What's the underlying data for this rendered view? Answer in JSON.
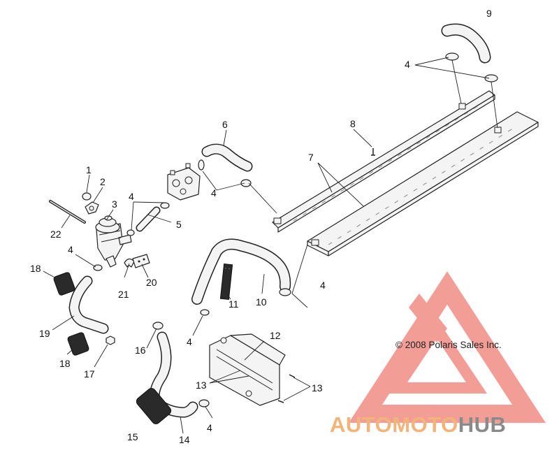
{
  "callouts": {
    "c1": "1",
    "c2": "2",
    "c3": "3",
    "c4a": "4",
    "c4b": "4",
    "c4c": "4",
    "c4d": "4",
    "c4e": "4",
    "c4f": "4",
    "c4g": "4",
    "c5": "5",
    "c6": "6",
    "c7": "7",
    "c8": "8",
    "c9": "9",
    "c10": "10",
    "c11": "11",
    "c12": "12",
    "c13a": "13",
    "c13b": "13",
    "c14": "14",
    "c15": "15",
    "c16": "16",
    "c17": "17",
    "c18a": "18",
    "c18b": "18",
    "c19": "19",
    "c20": "20",
    "c21": "21",
    "c22": "22"
  },
  "copyright": "© 2008 Polaris Sales Inc.",
  "watermark": {
    "text_part1": "AUTOMOTO",
    "text_part2": "HUB",
    "color_primary": "#f28c86",
    "color_secondary": "#f3b47a",
    "color_tertiary": "#8a8a8a"
  }
}
